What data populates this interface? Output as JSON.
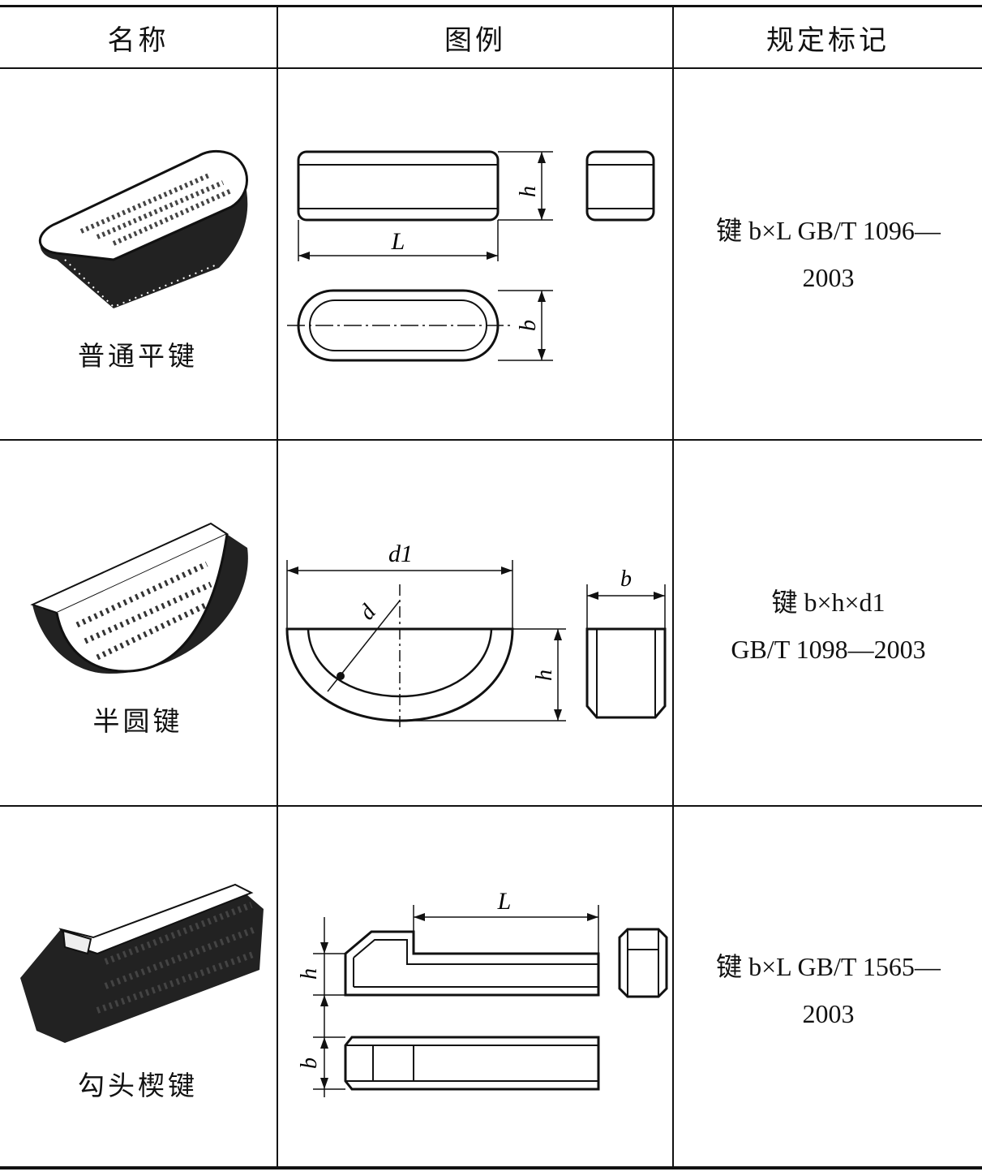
{
  "headers": {
    "name": "名称",
    "figure": "图例",
    "marking": "规定标记"
  },
  "rows": [
    {
      "name": "普通平键",
      "mark_line1": "键 b×L GB/T 1096—",
      "mark_line2": "2003",
      "dims": {
        "length": "L",
        "height": "h",
        "width": "b"
      },
      "image_icon": "flat-key-icon"
    },
    {
      "name": "半圆键",
      "mark_line1": "键 b×h×d1",
      "mark_line2": "GB/T 1098—2003",
      "dims": {
        "diameter1": "d1",
        "diameter": "d",
        "height": "h",
        "width": "b"
      },
      "image_icon": "woodruff-key-icon"
    },
    {
      "name": "勾头楔键",
      "mark_line1": "键 b×L GB/T 1565—",
      "mark_line2": "2003",
      "dims": {
        "length": "L",
        "height": "h",
        "width": "b"
      },
      "image_icon": "gib-head-key-icon"
    }
  ]
}
